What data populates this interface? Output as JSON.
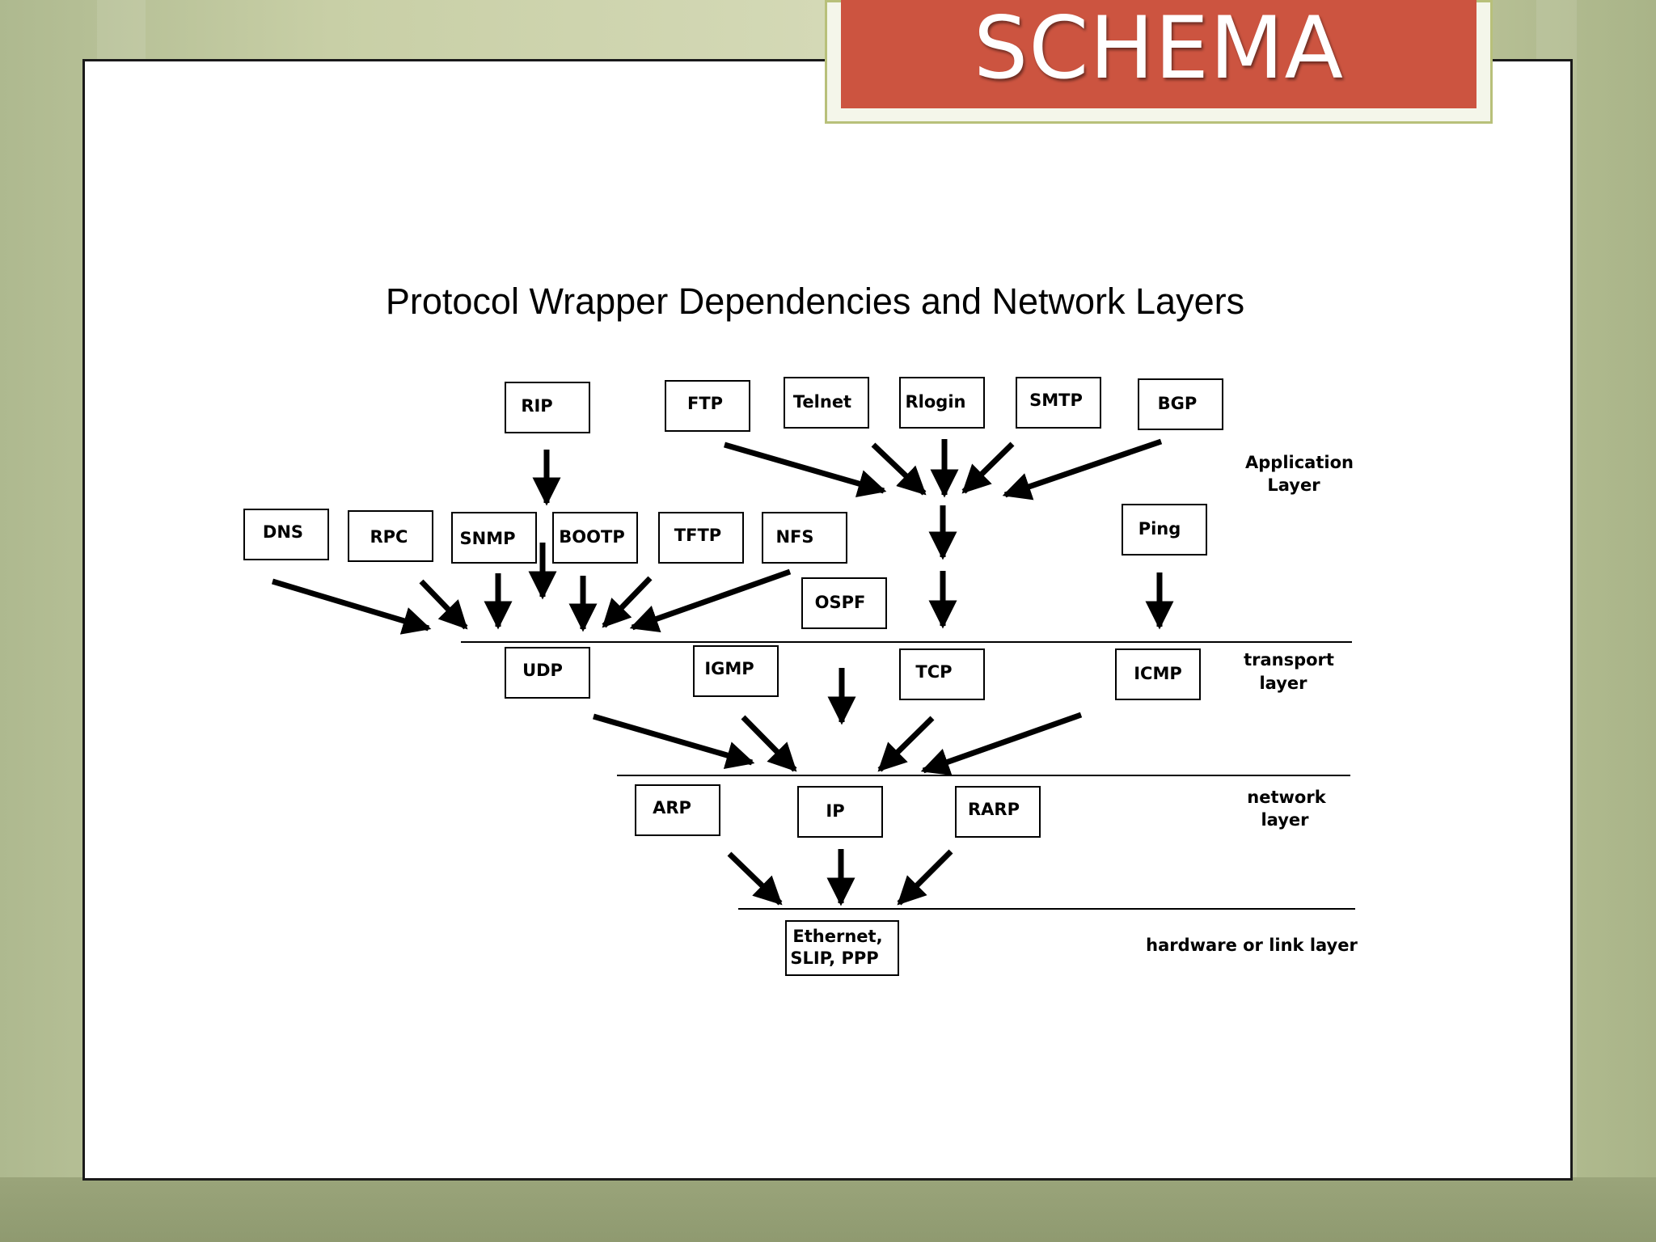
{
  "slide_title": "SCHEMA",
  "diagram": {
    "title": "Protocol Wrapper Dependencies and Network Layers",
    "protocols": {
      "rip": "RIP",
      "ftp": "FTP",
      "telnet": "Telnet",
      "rlogin": "Rlogin",
      "smtp": "SMTP",
      "bgp": "BGP",
      "dns": "DNS",
      "rpc": "RPC",
      "snmp": "SNMP",
      "bootp": "BOOTP",
      "tftp": "TFTP",
      "nfs": "NFS",
      "ospf": "OSPF",
      "ping": "Ping",
      "udp": "UDP",
      "igmp": "IGMP",
      "tcp": "TCP",
      "icmp": "ICMP",
      "arp": "ARP",
      "ip": "IP",
      "rarp": "RARP",
      "ethernet_line1": "Ethernet,",
      "ethernet_line2": "SLIP, PPP"
    },
    "layers": {
      "application_line1": "Application",
      "application_line2": "Layer",
      "transport_line1": "transport",
      "transport_line2": "layer",
      "network_line1": "network",
      "network_line2": "layer",
      "hardware": "hardware or link layer"
    }
  },
  "colors": {
    "banner": "#cc5440",
    "line": "#000000"
  }
}
